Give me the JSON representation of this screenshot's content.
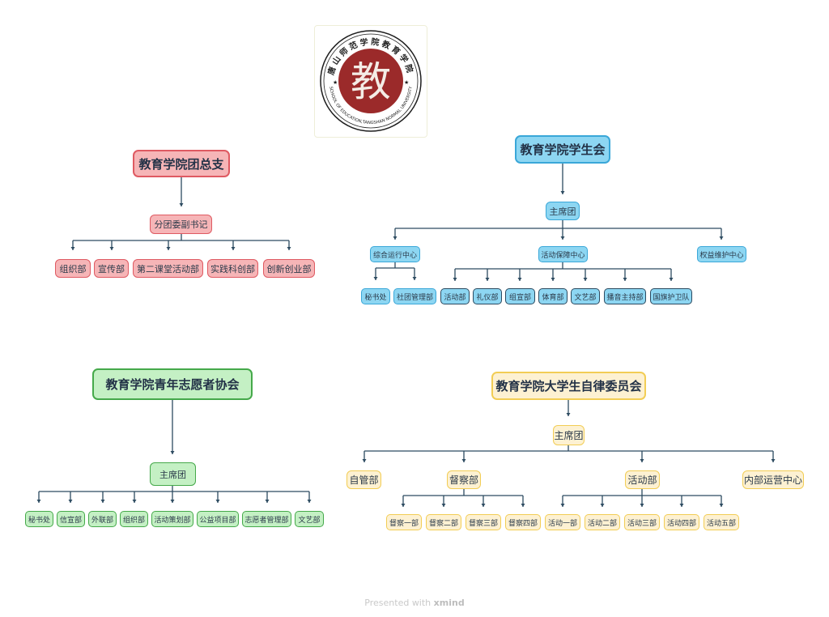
{
  "logo": {
    "top_text": "唐山师范学院教育学院",
    "bottom_text": "SCHOOL OF EDUCATION,TANGSHAN NORMAL UNIVERSITY",
    "center_glyph": "教",
    "colors": {
      "disk": "#9b2a2a",
      "ring": "#1e1e1e"
    }
  },
  "footer": {
    "prefix": "Presented with",
    "brand": "xmind"
  },
  "colors": {
    "connector": "#2c4a60"
  },
  "trees": {
    "league": {
      "root": "教育学院团总支",
      "level1": "分团委副书记",
      "level2": [
        "组织部",
        "宣传部",
        "第二课堂活动部",
        "实践科创部",
        "创新创业部"
      ]
    },
    "union": {
      "root": "教育学院学生会",
      "level1": "主席团",
      "centers": [
        {
          "label": "综合运行中心",
          "children": [
            "秘书处",
            "社团管理部"
          ]
        },
        {
          "label": "活动保障中心",
          "children": [
            "活动部",
            "礼仪部",
            "组宣部",
            "体育部",
            "文艺部",
            "播音主持部",
            "国旗护卫队"
          ]
        },
        {
          "label": "权益维护中心",
          "children": []
        }
      ]
    },
    "volunteer": {
      "root": "教育学院青年志愿者协会",
      "level1": "主席团",
      "level2": [
        "秘书处",
        "信宣部",
        "外联部",
        "组织部",
        "活动策划部",
        "公益项目部",
        "志愿者管理部",
        "文艺部"
      ]
    },
    "discipline": {
      "root": "教育学院大学生自律委员会",
      "level1": "主席团",
      "departments": [
        {
          "label": "自管部",
          "children": []
        },
        {
          "label": "督察部",
          "children": [
            "督察一部",
            "督察二部",
            "督察三部",
            "督察四部"
          ]
        },
        {
          "label": "活动部",
          "children": [
            "活动一部",
            "活动二部",
            "活动三部",
            "活动四部",
            "活动五部"
          ]
        },
        {
          "label": "内部运营中心",
          "children": []
        }
      ]
    }
  }
}
